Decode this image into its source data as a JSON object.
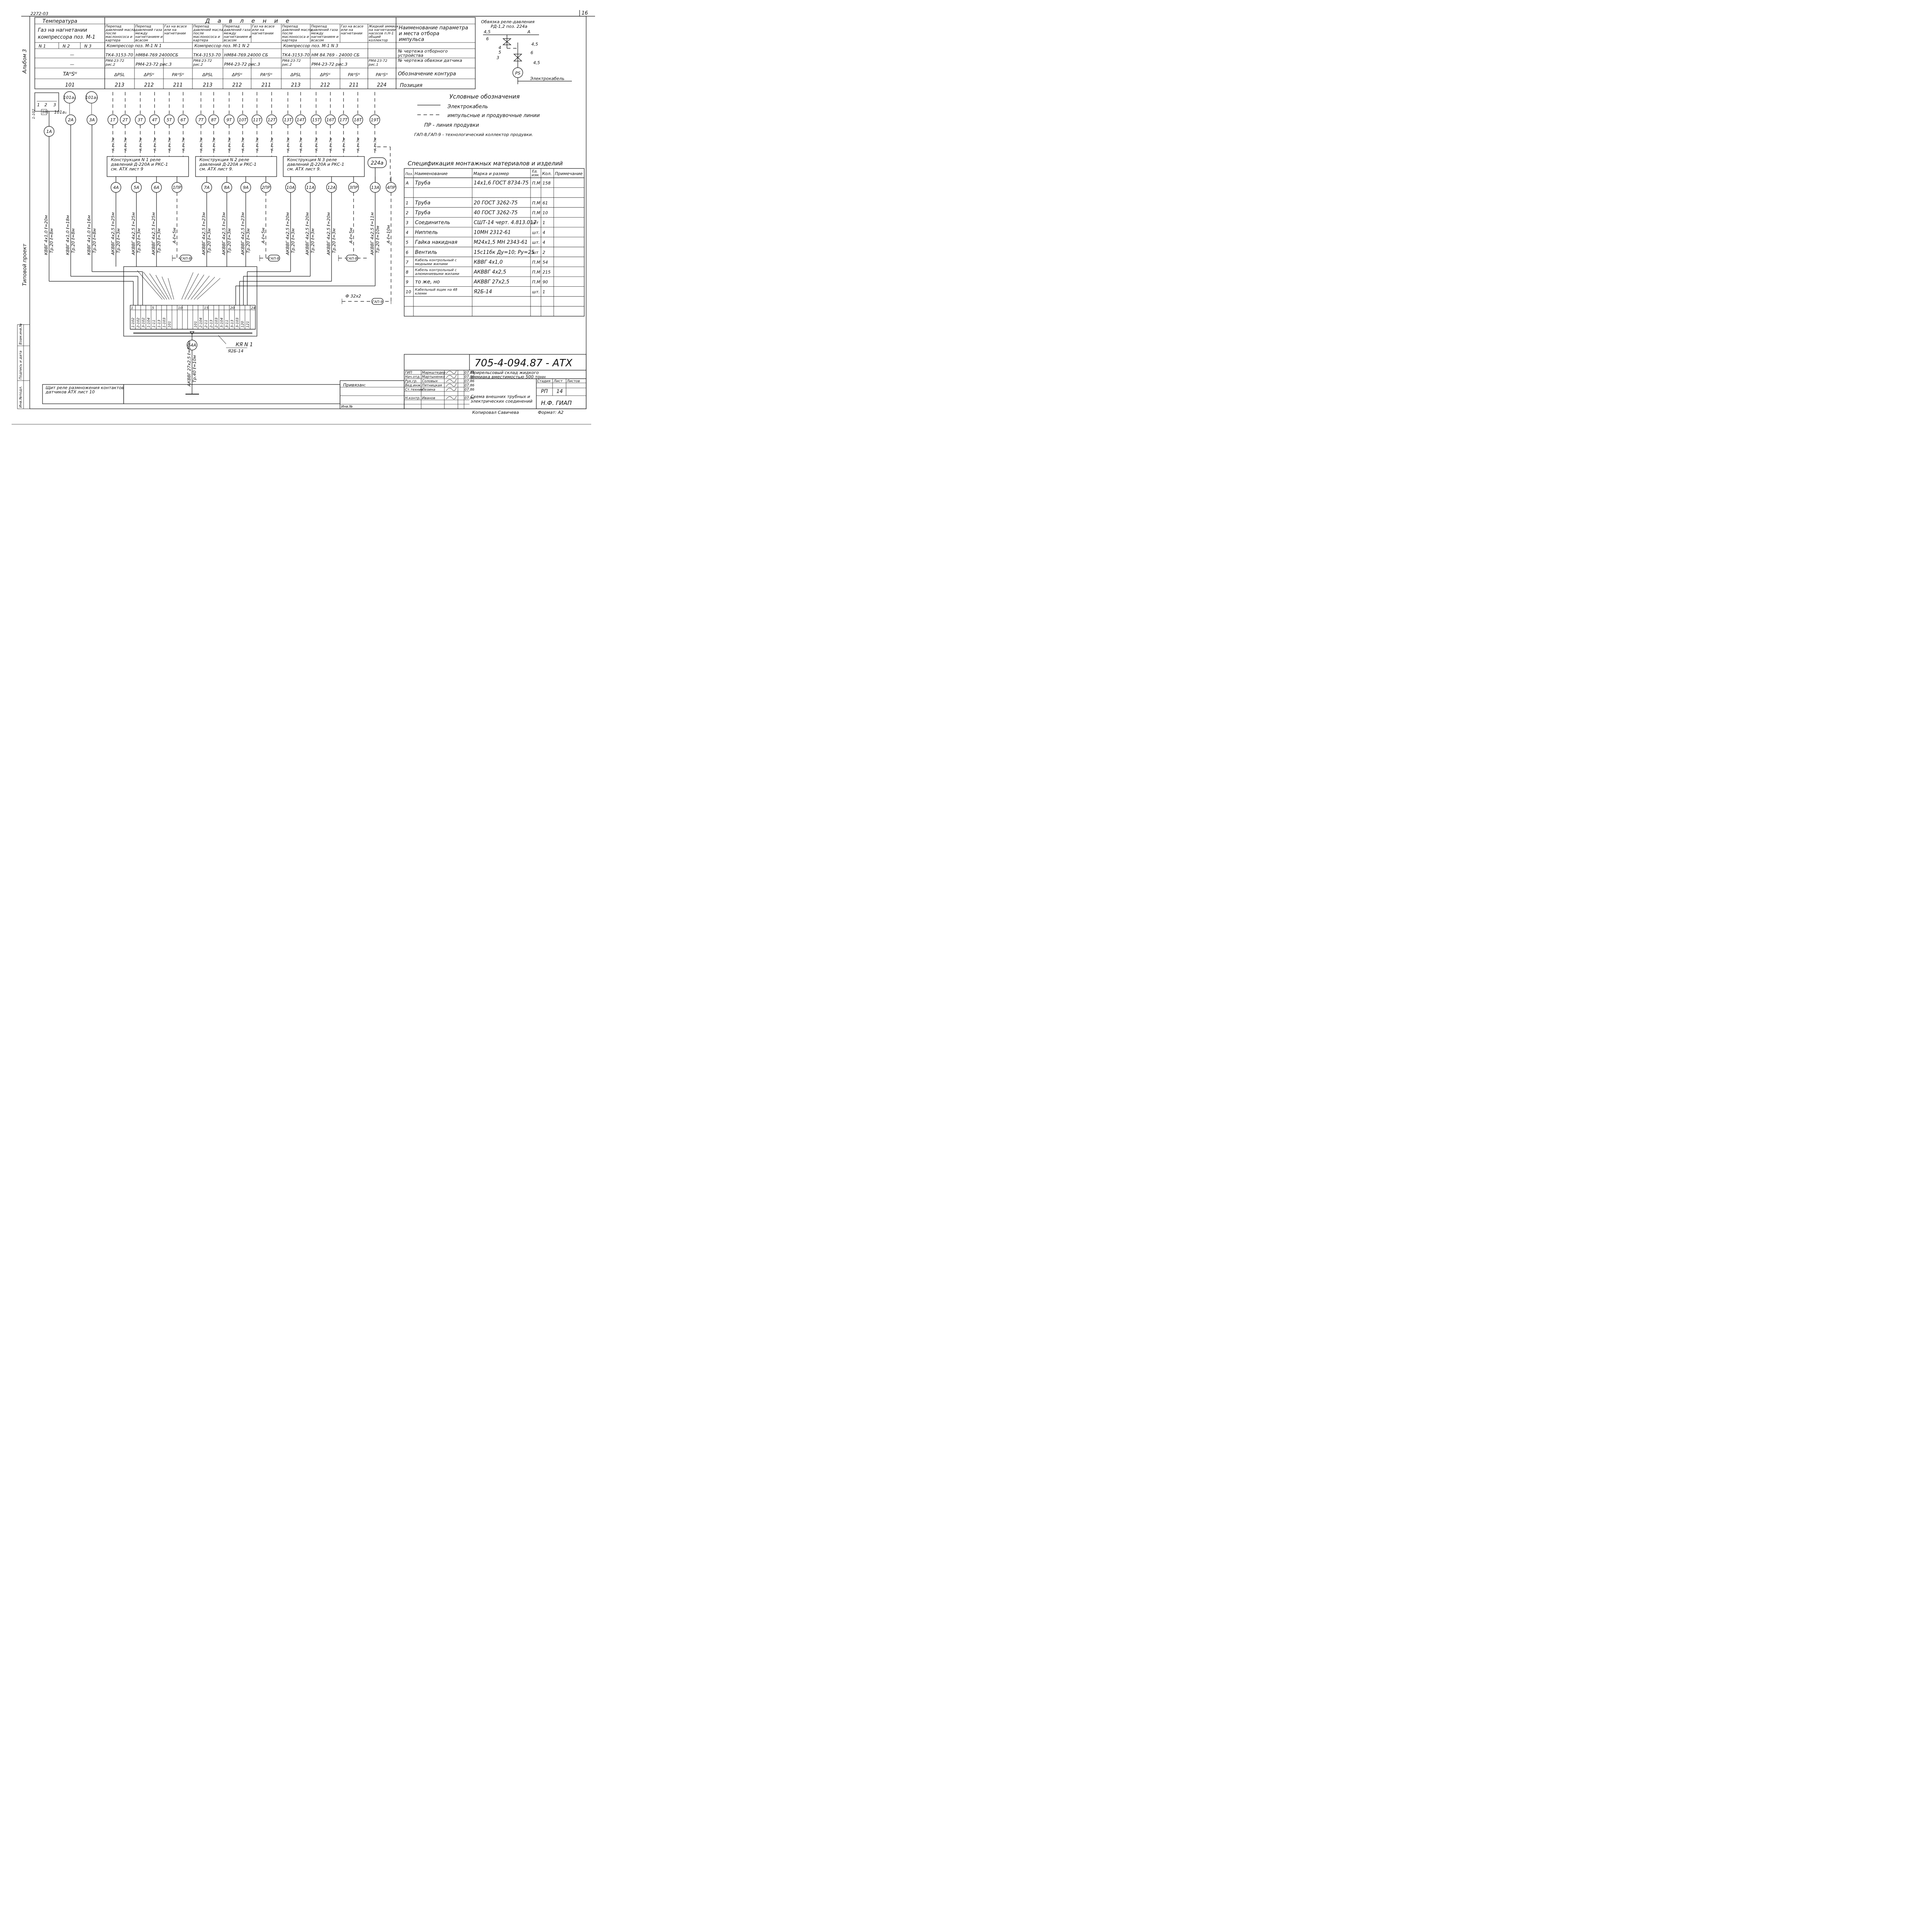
{
  "sheet": {
    "top_code": "2272-03",
    "sheet_no": "16",
    "album": "Альбом 3",
    "typical": "Типовой проект",
    "left_strip": [
      "Инв.№подл.",
      "Подпись и дата",
      "Взам.инв.№"
    ]
  },
  "header_table": {
    "temp_title": "Температура",
    "pressure_title": "Давление",
    "gas_title": "Газ на нагнетании компрессора поз. М-1",
    "n_cols": [
      "N 1",
      "N 2",
      "N 3"
    ],
    "dash": "—",
    "ta_label": "TAᴴSᴴ",
    "pos_101": "101",
    "groups": [
      {
        "cols": [
          "Перепад давлений масла после маслонососа и картера",
          "Перепад давлений газа между нагнетанием и всасом",
          "Газ на всасе или на нагнетании"
        ],
        "compressor": "Компрессор поз. М-1 N 1",
        "drawing_a": "ТК4-3153-70",
        "drawing_b": "НМ84-769 24000СБ",
        "bind_a": "РМ4-23-72 рис.2",
        "bind_b": "РМ4-23-72 рис.3",
        "contours": [
          "ΔPSL",
          "ΔPSᴴ",
          "PAᴴSᴴ"
        ],
        "positions": [
          "213",
          "212",
          "211"
        ]
      },
      {
        "cols": [
          "Перепад давлений масла после маслонососа и картера",
          "Перепад давлений газа между нагнетанием и всасом",
          "Газ на всасе или на нагнетании"
        ],
        "compressor": "Компрессор поз. М-1 N 2",
        "drawing_a": "ТК4-3153-70",
        "drawing_b": "НМ84-769.24000 СБ",
        "bind_a": "РМ4-23-72 рис.2",
        "bind_b": "РМ4-23-72 рис.3",
        "contours": [
          "ΔPSL",
          "ΔPSᴴ",
          "PAᴴSᴴ"
        ],
        "positions": [
          "213",
          "212",
          "211"
        ]
      },
      {
        "cols": [
          "Перепад давлений масла после маслонососа и картера",
          "Перепад давлений газа между нагнетанием и всасом",
          "Газ на всасе или на нагнетании"
        ],
        "compressor": "Компрессор поз. М-1 N 3",
        "drawing_a": "ТК4-3153-70",
        "drawing_b": "НМ 84.769 - 24000 СБ",
        "bind_a": "РМ4-23-72 рис.2",
        "bind_b": "РМ4-23-72 рис.3",
        "contours": [
          "ΔPSL",
          "ΔPSᴴ",
          "PAᴴSᴴ"
        ],
        "positions": [
          "213",
          "212",
          "211"
        ]
      }
    ],
    "ammonia_col": "Жидкий аммиак на нагнетании насосов п.Н-1 общий коллектор",
    "ammonia_bind": "РМ4-23-72 рис.1",
    "ammonia_contour": "PAᴴSᴴ",
    "ammonia_pos": "224",
    "row_labels": [
      "Наименование параметра и места отбора импульса",
      "№ чертежа отборного устройства",
      "№ чертежа обвязки датчика",
      "Обозначение контура",
      "Позиция"
    ]
  },
  "relay_binding": {
    "title1": "Обвязка реле-давления",
    "title2": "РД-1,2 поз. 224а",
    "labels": [
      "4,5",
      "6",
      "4",
      "5",
      "3",
      "A",
      "4,5",
      "6",
      "4,5"
    ],
    "ps": "PS",
    "cable": "Электрокабель"
  },
  "legend": {
    "title": "Условные обозначения",
    "items": [
      "Электрокабель",
      "импульсные и продувочные линии"
    ],
    "pr": "ПР - линия продувки",
    "gap": "ГАП-8,ГАП-9 - технологический коллектор продувки."
  },
  "diagram": {
    "sw_labels": [
      "1",
      "2",
      "3"
    ],
    "sw_tags": [
      "1-102",
      "101",
      "101а₁"
    ],
    "bubbles_top": [
      "101а₂",
      "101а₃"
    ],
    "bubbles_a": [
      "1А",
      "2А",
      "3А"
    ],
    "impulse": [
      "1Т",
      "2Т",
      "3Т",
      "4Т",
      "5Т",
      "6Т",
      "7Т",
      "8Т",
      "9Т",
      "10Т",
      "11Т",
      "12Т",
      "13Т",
      "14Т",
      "15Т",
      "16Т",
      "17Т",
      "18Т",
      "19Т"
    ],
    "impulse_len": "А-ℓ=7м",
    "constructions": [
      "Конструкция N 1 реле давлений Д-220А и РКС-1 см. АТХ лист 9",
      "Конструкция N 2 реле давлений Д-220А и РКС-1 см. АТХ лист 9.",
      "Конструкция N 3 реле давлений Д-220А и РКС-1 см. АТХ лист 9."
    ],
    "relay_224a": "224а",
    "cables_row": [
      "4А",
      "5А",
      "6А",
      "1ПР",
      "7А",
      "8А",
      "9А",
      "2ПР",
      "10А",
      "11А",
      "12А",
      "3ПР",
      "13А",
      "4ПР"
    ],
    "cable_labels": [
      "КВВГ 4х1,0 ℓ=20м",
      "КВВГ 4х1,0 ℓ=18м",
      "КВВГ 4х1,0 ℓ=16м",
      "АКВВГ 4х2,5 ℓ=25м",
      "АКВВГ 4х2,5 ℓ=25м",
      "АКВВГ 4х2,5 ℓ=25м",
      "АКВВГ 4х2,5 ℓ=23м",
      "АКВВГ 4х2,5 ℓ=23м",
      "АКВВГ 4х2,5 ℓ=23м",
      "АКВВГ 4х2,5 ℓ=20м",
      "АКВВГ 4х2,5 ℓ=20м",
      "АКВВГ 4х2,5 ℓ=20м",
      "АКВВГ 4х2,5 ℓ=11м"
    ],
    "tube_labels": [
      "Тр.20 ℓ=8м",
      "Тр.20 ℓ=8м",
      "Тр.20 ℓ=8м",
      "Тр.20 ℓ=3м",
      "Тр.20 ℓ=3м",
      "Тр.20 ℓ=3м",
      "Тр.20 ℓ=3м",
      "Тр.20 ℓ=3м",
      "Тр.20 ℓ=3м",
      "Тр.20 ℓ=3м",
      "Тр.20 ℓ=3м",
      "Тр.20 ℓ=3м",
      "Тр.20 ℓ=10м"
    ],
    "purge_labels": [
      "А-ℓ=5м",
      "А-ℓ=5м",
      "А-ℓ=5м",
      "А-ℓ=10м"
    ],
    "gap8": "ГАП-8",
    "gap9": "ГАП-9",
    "phi": "Ф 32х2",
    "terminal_nums": [
      "1",
      "5",
      "10",
      "15",
      "20",
      "24"
    ],
    "terminals": [
      "1-102",
      "2-102",
      "3-102",
      "1-104",
      "1-11",
      "1-13",
      "1-103",
      "101",
      "",
      "",
      "",
      "",
      "101",
      "2-104",
      "2-11",
      "2-13",
      "2-103",
      "3-104",
      "3-11",
      "3-13",
      "3-103",
      "120",
      "121",
      ""
    ],
    "box_label": "КЯ N 1",
    "box_type": "Я2Б-14",
    "bubble_14a": "14А",
    "cable_14a": "АКВВГ 27х2,5 ℓ=90м",
    "tube_14a": "Тр.40 ℓ=10м",
    "panel": "Щит реле размножения контактов датчиков АТХ лист 10"
  },
  "spec": {
    "title": "Спецификация монтажных материалов и изделий",
    "headers": [
      "Поз.",
      "Наименование",
      "Марка и размер",
      "Ед. изм.",
      "Кол.",
      "Примечание"
    ],
    "rows": [
      [
        "А",
        "Труба",
        "14х1,6 ГОСТ 8734-75",
        "П.М",
        "158",
        ""
      ],
      [
        "",
        "",
        "",
        "",
        "",
        ""
      ],
      [
        "1",
        "Труба",
        "20 ГОСТ 3262-75",
        "П.М",
        "61",
        ""
      ],
      [
        "2",
        "Труба",
        "40 ГОСТ 3262-75",
        "П.М",
        "10",
        ""
      ],
      [
        "3",
        "Соединитель",
        "СШТ-14 черт. 4.813.017",
        "шт",
        "1",
        ""
      ],
      [
        "4",
        "Ниппель",
        "10МН 2312-61",
        "шт.",
        "4",
        ""
      ],
      [
        "5",
        "Гайка накидная",
        "М24х1,5 МН 2343-61",
        "шт.",
        "4",
        ""
      ],
      [
        "6",
        "Вентиль",
        "15с11бк Ду=10; Ру=25",
        "шт",
        "2",
        ""
      ],
      [
        "7",
        "Кабель контрольный с медными жилами",
        "КВВГ 4х1,0",
        "П.М",
        "54",
        ""
      ],
      [
        "8",
        "Кабель контрольный с алюминиевыми жилами",
        "АКВВГ 4х2,5",
        "П.М",
        "215",
        ""
      ],
      [
        "9",
        "то же, но",
        "АКВВГ 27х2,5",
        "П.М",
        "90",
        ""
      ],
      [
        "10",
        "Кабельный ящик на 48 клемм",
        "Я2Б-14",
        "шт.",
        "1",
        ""
      ],
      [
        "",
        "",
        "",
        "",
        "",
        ""
      ],
      [
        "",
        "",
        "",
        "",
        "",
        ""
      ]
    ]
  },
  "title_block": {
    "code": "705-4-094.87 - АТХ",
    "project": "Прирельсовый склад жидкого аммиака вместимостью 500 тонн",
    "roles": [
      "ГИП",
      "Нач.отд.",
      "Рук.гр.",
      "Вед.инж.",
      "Ст.техник",
      "",
      "Н.контр."
    ],
    "names": [
      "Маркштедер",
      "Мартыненко",
      "Соловых",
      "Пятницкая",
      "Лезина",
      "",
      "Иванов"
    ],
    "dates": [
      "07.86",
      "07.86",
      "07.86",
      "07.86",
      "07.86",
      "",
      "07.86"
    ],
    "stage_hdr": [
      "Стадия",
      "Лист",
      "Листов"
    ],
    "stage": "РП",
    "sheet": "14",
    "drawing_name": "Схема внешних трубных и электрических соединений",
    "org": "Н.Ф. ГИАП",
    "bound": "Привязан:",
    "inv": "Инв.№",
    "copied": "Копировал Савичева",
    "format": "Формат: А2"
  }
}
